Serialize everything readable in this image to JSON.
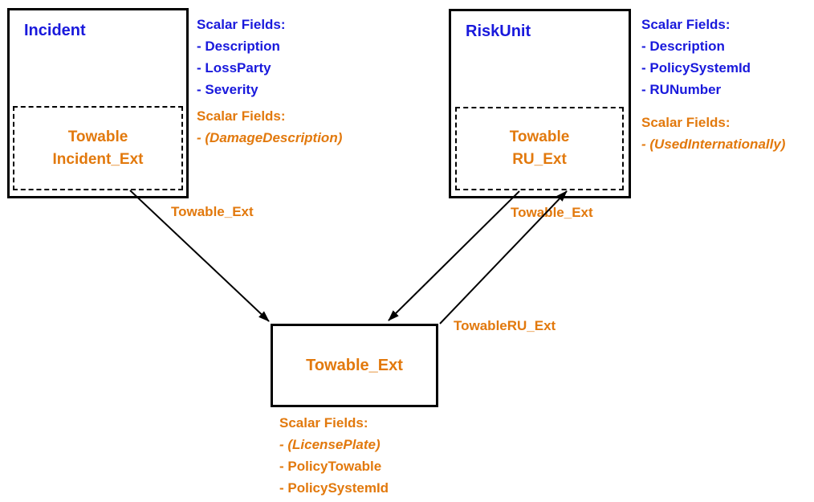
{
  "colors": {
    "blue_text": "#1919DC",
    "orange_text": "#E2790D",
    "line": "#000000",
    "background": "#FFFFFF"
  },
  "diagram": {
    "incident": {
      "title": "Incident",
      "ext": {
        "line1": "Towable",
        "line2": "Incident_Ext"
      },
      "base_fields": {
        "heading": "Scalar Fields:",
        "items": [
          "- Description",
          "- LossParty",
          "- Severity"
        ]
      },
      "ext_fields": {
        "heading": "Scalar Fields:",
        "items": [
          "- (DamageDescription)"
        ]
      }
    },
    "riskunit": {
      "title": "RiskUnit",
      "ext": {
        "line1": "Towable",
        "line2": "RU_Ext"
      },
      "base_fields": {
        "heading": "Scalar Fields:",
        "items": [
          "- Description",
          "- PolicySystemId",
          "- RUNumber"
        ]
      },
      "ext_fields": {
        "heading": "Scalar Fields:",
        "items": [
          "- (UsedInternationally)"
        ]
      }
    },
    "towable": {
      "title": "Towable_Ext",
      "fields": {
        "heading": "Scalar Fields:",
        "items": [
          "- (LicensePlate)",
          "- PolicyTowable",
          "- PolicySystemId"
        ]
      }
    },
    "edges": {
      "incident_to_towable_label": "Towable_Ext",
      "riskunit_to_towable_label": "Towable_Ext",
      "towable_to_riskunit_label": "TowableRU_Ext"
    }
  }
}
